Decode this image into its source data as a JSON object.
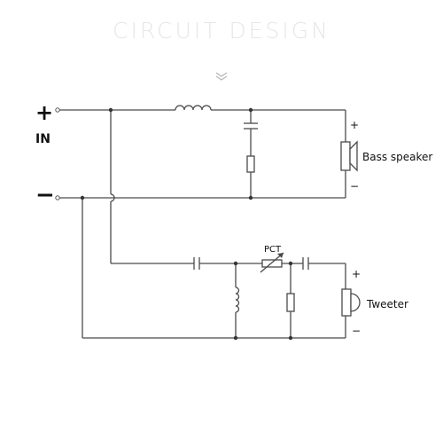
{
  "header": {
    "title": "CIRCUIT DESIGN",
    "scroll_icon": "double-chevron-down-icon"
  },
  "diagram": {
    "input_plus": "+",
    "input_label": "IN",
    "input_minus": "−",
    "bass": {
      "label": "Bass speaker",
      "plus": "+",
      "minus": "−"
    },
    "tweeter": {
      "label": "Tweeter",
      "plus": "+",
      "minus": "−",
      "ptc_label": "PCT"
    }
  }
}
